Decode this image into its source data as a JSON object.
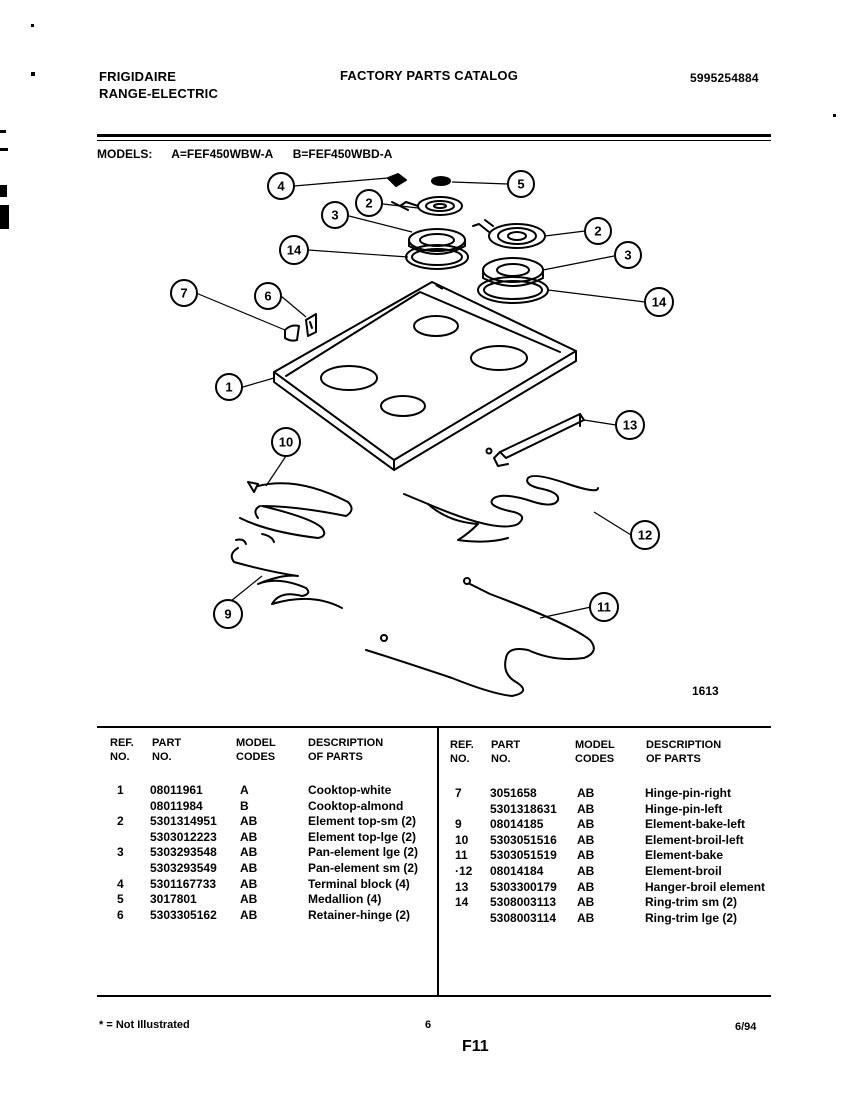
{
  "header": {
    "brand": "FRIGIDAIRE",
    "product": "RANGE-ELECTRIC",
    "title": "FACTORY PARTS CATALOG",
    "catalog_number": "5995254884"
  },
  "models": {
    "label": "MODELS:",
    "a": "A=FEF450WBW-A",
    "b": "B=FEF450WBD-A"
  },
  "diagram": {
    "callouts": [
      "4",
      "5",
      "2",
      "3",
      "2",
      "14",
      "3",
      "7",
      "6",
      "14",
      "1",
      "13",
      "10",
      "12",
      "11",
      "9"
    ],
    "figure_number": "1613"
  },
  "table": {
    "headers": {
      "ref_no": [
        "REF.",
        "NO."
      ],
      "part_no": [
        "PART",
        "NO."
      ],
      "model_codes": [
        "MODEL",
        "CODES"
      ],
      "description": [
        "DESCRIPTION",
        "OF PARTS"
      ]
    },
    "left_rows": [
      {
        "ref": "1",
        "part": "08011961",
        "model": "A",
        "desc": "Cooktop-white"
      },
      {
        "ref": "",
        "part": "08011984",
        "model": "B",
        "desc": "Cooktop-almond"
      },
      {
        "ref": "2",
        "part": "5301314951",
        "model": "AB",
        "desc": "Element top-sm (2)"
      },
      {
        "ref": "",
        "part": "5303012223",
        "model": "AB",
        "desc": "Element top-lge (2)"
      },
      {
        "ref": "3",
        "part": "5303293548",
        "model": "AB",
        "desc": "Pan-element lge (2)"
      },
      {
        "ref": "",
        "part": "5303293549",
        "model": "AB",
        "desc": "Pan-element sm (2)"
      },
      {
        "ref": "4",
        "part": "5301167733",
        "model": "AB",
        "desc": "Terminal block  (4)"
      },
      {
        "ref": "5",
        "part": "3017801",
        "model": "AB",
        "desc": "Medallion (4)"
      },
      {
        "ref": "6",
        "part": "5303305162",
        "model": "AB",
        "desc": "Retainer-hinge (2)"
      }
    ],
    "right_rows": [
      {
        "ref": "7",
        "part": "3051658",
        "model": "AB",
        "desc": "Hinge-pin-right"
      },
      {
        "ref": "",
        "part": "5301318631",
        "model": "AB",
        "desc": "Hinge-pin-left"
      },
      {
        "ref": "9",
        "part": "08014185",
        "model": "AB",
        "desc": "Element-bake-left"
      },
      {
        "ref": "10",
        "part": "5303051516",
        "model": "AB",
        "desc": "Element-broil-left"
      },
      {
        "ref": "11",
        "part": "5303051519",
        "model": "AB",
        "desc": "Element-bake"
      },
      {
        "ref": "·12",
        "part": "08014184",
        "model": "AB",
        "desc": "Element-broil"
      },
      {
        "ref": "13",
        "part": "5303300179",
        "model": "AB",
        "desc": "Hanger-broil element"
      },
      {
        "ref": "14",
        "part": "5308003113",
        "model": "AB",
        "desc": "Ring-trim sm (2)"
      },
      {
        "ref": "",
        "part": "5308003114",
        "model": "AB",
        "desc": "Ring-trim lge (2)"
      }
    ]
  },
  "footer": {
    "footnote": "* = Not Illustrated",
    "page": "6",
    "date": "6/94",
    "section": "F11"
  }
}
